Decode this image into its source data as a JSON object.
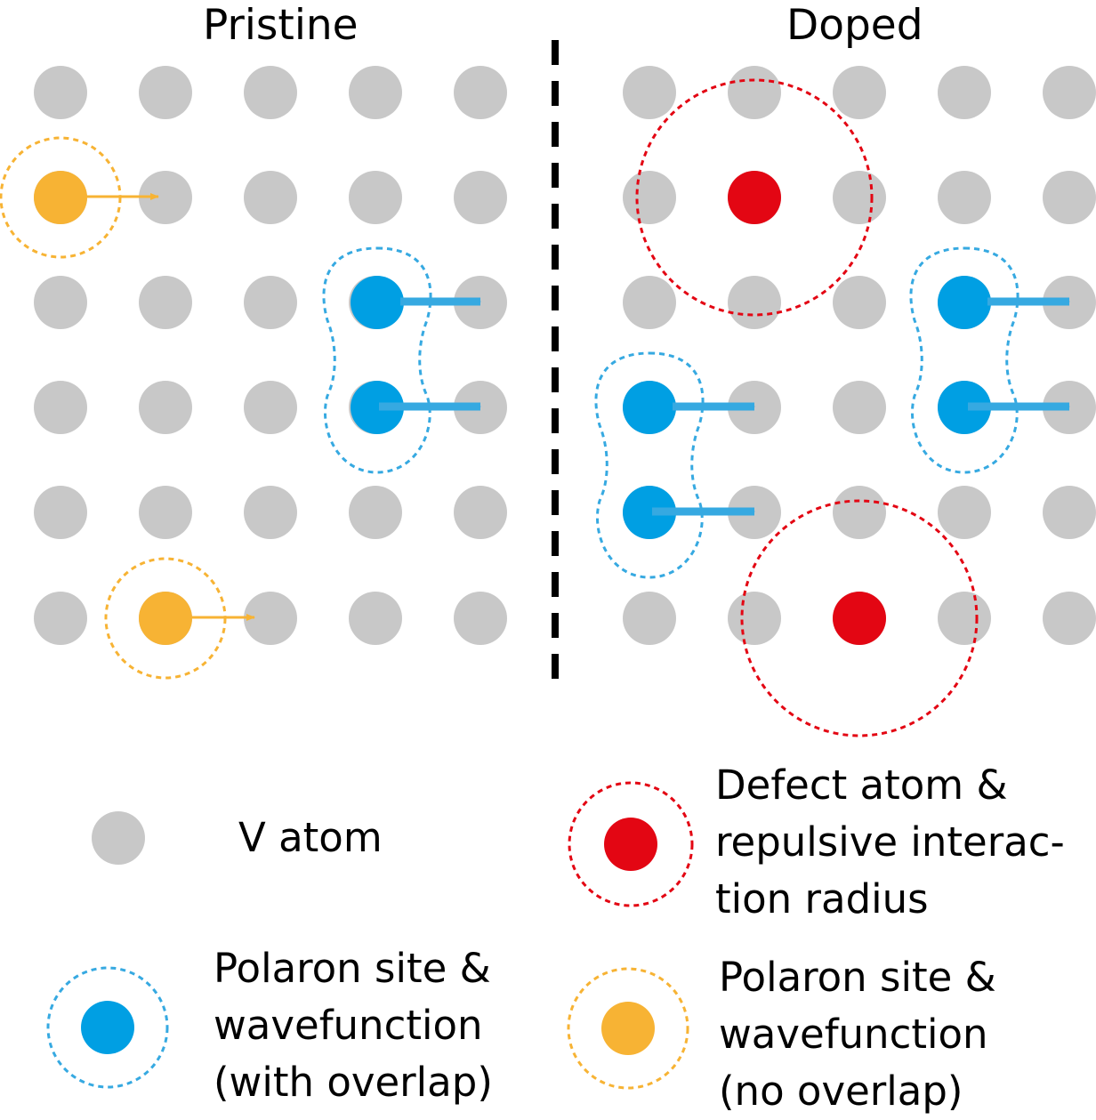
{
  "panels": {
    "left_title": "Pristine",
    "right_title": "Doped"
  },
  "legend": {
    "v_atom": "V atom",
    "defect": "Defect atom &\nrepulsive interac-\ntion radius",
    "polaron_overlap": "Polaron site &\nwavefunction\n(with overlap)",
    "polaron_no_overlap": "Polaron site &\nwavefunction\n(no overlap)"
  },
  "colors": {
    "v_atom": "#c8c8c8",
    "defect": "#e30613",
    "polaron_overlap": "#009fe3",
    "polaron_no_overlap": "#f7b334",
    "arrow_overlap": "#36a9e1",
    "arrow_no_overlap": "#f7b334",
    "divider": "#000000"
  }
}
